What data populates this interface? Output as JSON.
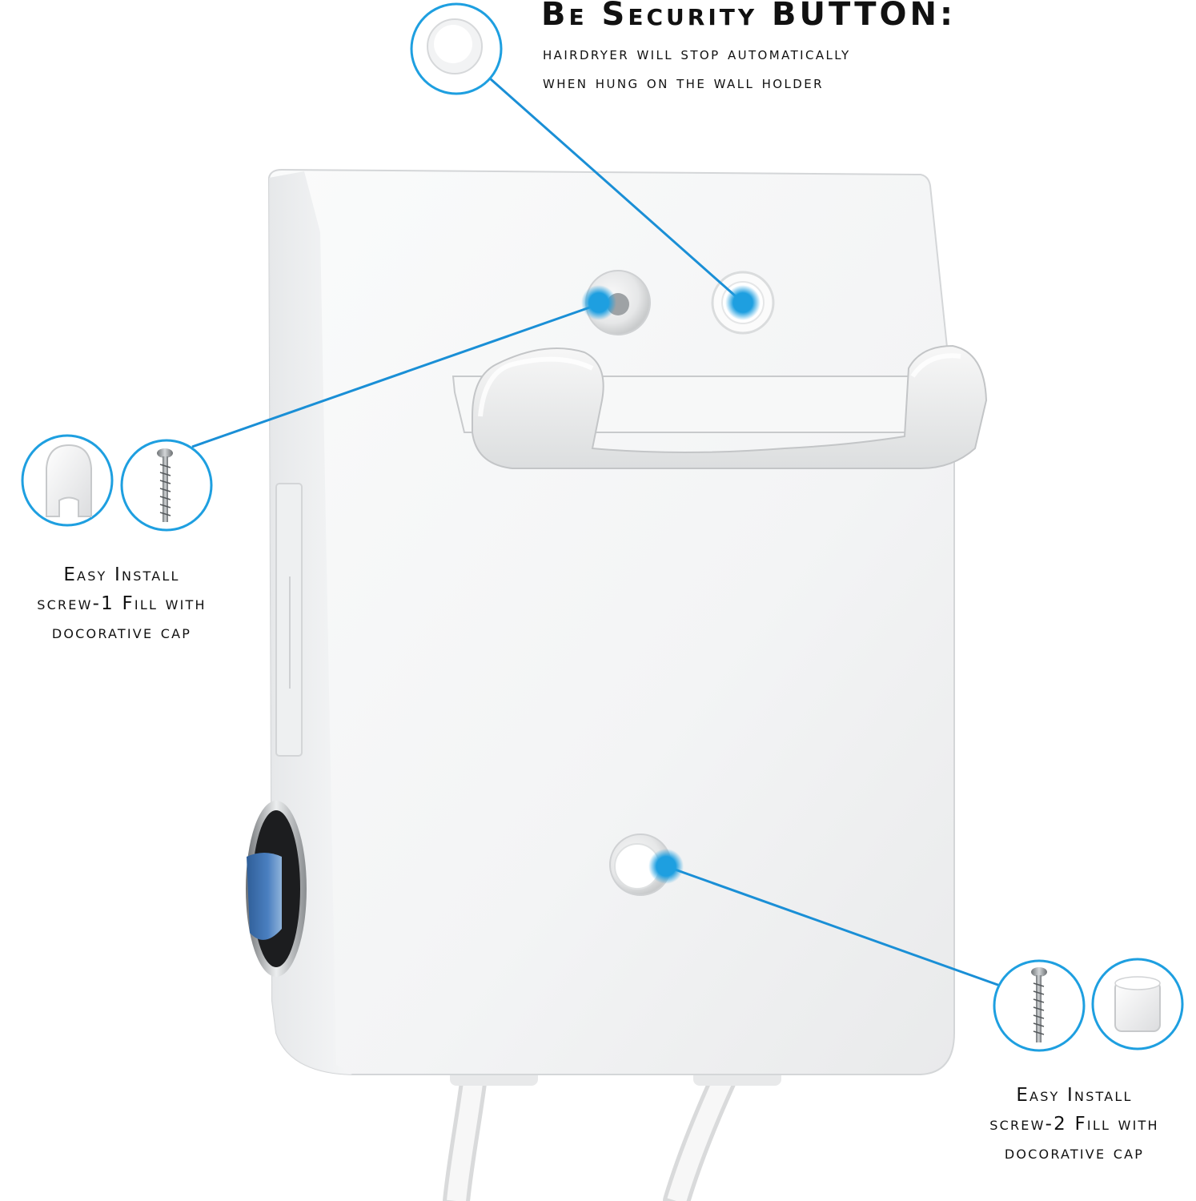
{
  "heading": {
    "title": "Be Security BUTTON:",
    "subtitle_line1": "hairdryer will stop automatically",
    "subtitle_line2": "when hung on the wall holder"
  },
  "callout_screw1": {
    "line1": "Easy Install",
    "line2": "screw-1 Fill with",
    "line3": "docorative cap"
  },
  "callout_screw2": {
    "line1": "Easy Install",
    "line2": "screw-2 Fill with",
    "line3": "docorative cap"
  },
  "colors": {
    "accent": "#1e9fe0",
    "callout_line": "#1a8fd6",
    "body": "#f4f5f6",
    "rocker_switch": "#3a6fb0",
    "text": "#111111"
  },
  "icons": {
    "security_button": "round-button-icon",
    "cap": "decorative-cap-icon",
    "screw": "screw-icon",
    "rocker_switch": "rocker-switch-icon"
  }
}
